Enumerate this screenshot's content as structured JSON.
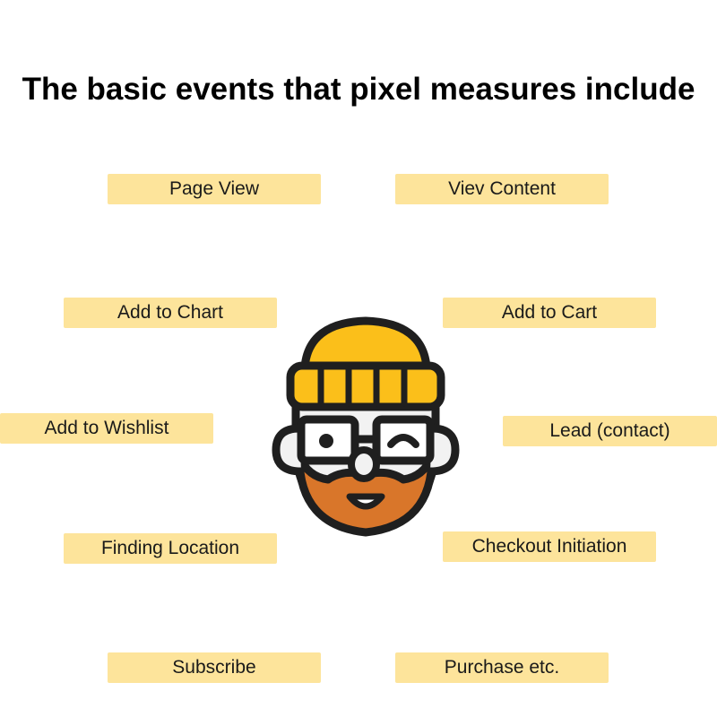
{
  "title": "The basic events that pixel measures include",
  "colors": {
    "pill_fill": "#FDE49B",
    "hat_yellow": "#FBBF1A",
    "beard_orange": "#D9762A",
    "skin": "#F2F2F2",
    "outline": "#1F1F1F"
  },
  "events": {
    "page_view": "Page View",
    "view_content": "Viev Content",
    "add_to_chart": "Add to Chart",
    "add_to_cart": "Add to Cart",
    "add_to_wishlist": "Add to Wishlist",
    "lead": "Lead (contact)",
    "finding_location": "Finding Location",
    "checkout_initiation": "Checkout Initiation",
    "subscribe": "Subscribe",
    "purchase": "Purchase etc."
  },
  "mascot": {
    "icon": "bearded-man-beanie-glasses-icon"
  }
}
